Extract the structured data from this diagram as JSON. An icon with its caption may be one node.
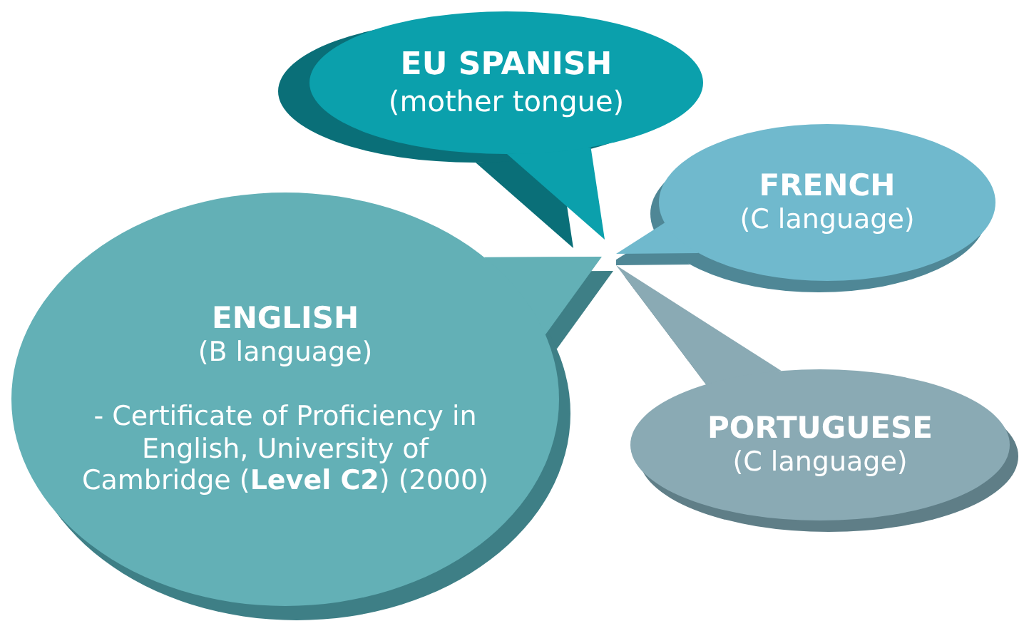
{
  "diagram": {
    "nodes": [
      {
        "text": [
          "EU SPANISH",
          "(mother tongue)"
        ]
      },
      {
        "text": [
          "FRENCH",
          "(C language)"
        ]
      },
      {
        "text": [
          "ENGLISH",
          "(B language)",
          "- Certificate of Proficiency in English, University of Cambridge (**Level C2**) (2000)"
        ]
      },
      {
        "text": [
          "PORTUGUESE",
          "(C language)"
        ]
      }
    ],
    "edges": []
  }
}
